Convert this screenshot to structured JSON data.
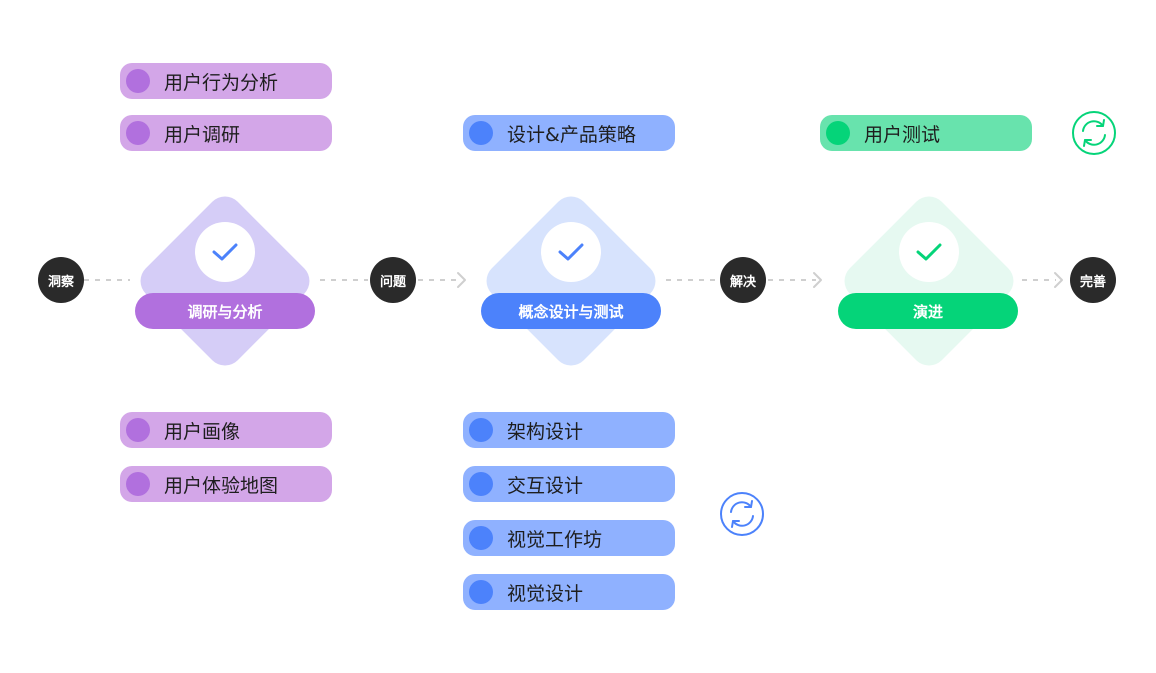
{
  "nodes": {
    "start": "洞察",
    "problem": "问题",
    "solve": "解决",
    "finish": "完善"
  },
  "stages": [
    {
      "label": "调研与分析",
      "colors": {
        "diamond": "#d5cdf7",
        "label": "#b170de"
      },
      "top_items": [
        "用户行为分析",
        "用户调研"
      ],
      "bottom_items": [
        "用户画像",
        "用户体验地图"
      ]
    },
    {
      "label": "概念设计与测试",
      "colors": {
        "diamond": "#d7e3fd",
        "label": "#4c82fb"
      },
      "top_items": [
        "设计&产品策略"
      ],
      "bottom_items": [
        "架构设计",
        "交互设计",
        "视觉工作坊",
        "视觉设计"
      ]
    },
    {
      "label": "演进",
      "colors": {
        "diamond": "#e6f9f1",
        "label": "#05d479"
      },
      "top_items": [
        "用户测试"
      ],
      "bottom_items": []
    }
  ],
  "icons": {
    "stage_check": "checkmark-icon",
    "iteration": "refresh-cycle-icon"
  },
  "colors": {
    "connector": "#cfcfcf",
    "node": "#2a2a2a",
    "check_purple": "#4c82fb",
    "check_green": "#05d479",
    "cycle_blue": "#4c82fb",
    "cycle_green": "#05d479"
  }
}
